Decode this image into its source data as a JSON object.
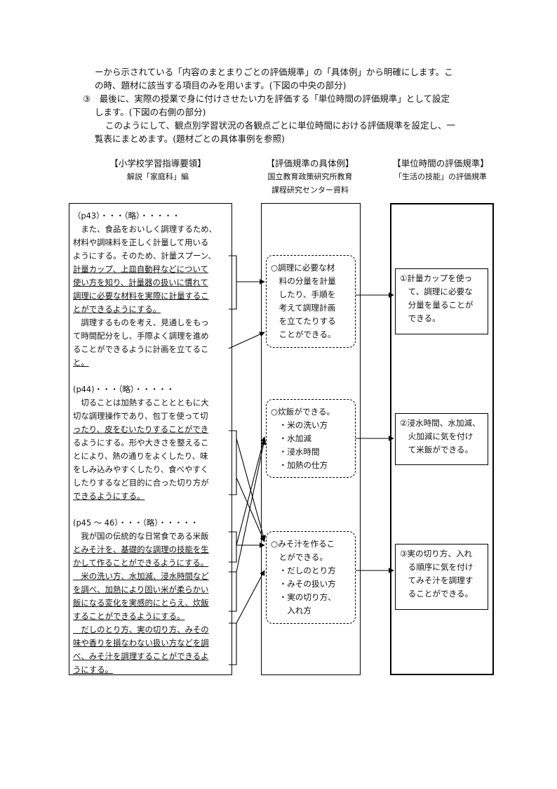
{
  "intro": [
    "ーから示されている「内容のまとまりごとの評価規準」の「具体例」から明確にします。こ",
    "の時、題材に該当する項目のみを用います。(下図の中央の部分)",
    "③　最後に、実際の授業で身に付けさせたい力を評価する「単位時間の評価規準」として設定",
    "します。(下図の右側の部分)",
    "このようにして、観点別学習状況の各観点ごとに単位時間における評価規準を設定し、一",
    "覧表にまとめます。(題材ごとの具体事例を参照)"
  ],
  "columns": {
    "left": {
      "title": "【小学校学習指導要領】",
      "sub": [
        "解説「家庭科」編"
      ]
    },
    "middle": {
      "title": "【評価規準の具体例】",
      "sub": [
        "国立教育政策研究所教育",
        "課程研究センター資料"
      ]
    },
    "right": {
      "title": "【単位時間の評価規準】",
      "sub": [
        "「生活の技能」の評価規準"
      ]
    }
  },
  "source": [
    "（p43）・・・（略）・・・・・",
    "　また、食品をおいしく調理するため、",
    "材料や調味料を正しく計量して用いる",
    "ようにする。そのため、計量スプーン、",
    "計量カップ、上皿自動秤などについて",
    "使い方を知り、計量器の扱いに慣れて",
    "調理に必要な材料を実際に計量するこ",
    "とができるようにする。",
    "　調理するものを考え、見通しをもっ",
    "て時間配分をし、手際よく調理を進め",
    "ることができるように計画を立てるこ",
    "と。",
    "",
    "(p44)・・・（略）・・・・・",
    "　切ることは加熱することとともに大",
    "切な調理操作であり、包丁を使って切",
    "ったり、皮をむいたりすることができ",
    "るようにする。形や大きさを整えるこ",
    "とにより、熱の通りをよくしたり、味",
    "をしみ込みやすくしたり、食べやすく",
    "したりするなど目的に合った切り方が",
    "できるようにする。",
    "",
    "(p45 ～ 46）・・・（略）・・・・・",
    "　我が国の伝統的な日常食である米飯",
    "とみそ汁を、基礎的な調理の技能を生",
    "かして作ることができるようにする。",
    "　米の洗い方、水加減、浸水時間など",
    "を調べ、加熱により固い米が柔らかい",
    "飯になる変化を実感的にとらえ、炊飯",
    "することができるようにする。",
    "　だしのとり方、実の切り方、みその",
    "味や香りを損なわない扱い方などを調",
    "べ、みそ汁を調理することができるよ",
    "うにする。"
  ],
  "middle_items": [
    {
      "lines": [
        "○調理に必要な材",
        "　料の分量を計量",
        "　したり、手順を",
        "　考えて調理計画",
        "　を立てたりする",
        "　ことができる。"
      ]
    },
    {
      "lines": [
        "○炊飯ができる。",
        "　・米の洗い方",
        "　・水加減",
        "　・浸水時間",
        "　・加熱の仕方"
      ]
    },
    {
      "lines": [
        "○みそ汁を作るこ",
        "　とができる。",
        "　・だしのとり方",
        "　・みその扱い方",
        "　・実の切り方、",
        "　　入れ方"
      ]
    }
  ],
  "right_items": [
    {
      "lines": [
        "①計量カップを使っ",
        "　て、調理に必要な",
        "　分量を量ることが",
        "　できる。"
      ]
    },
    {
      "lines": [
        "②浸水時間、水加減、",
        "　火加減に気を付け",
        "　て米飯ができる。"
      ]
    },
    {
      "lines": [
        "③実の切り方、入れ",
        "　る順序に気を付け",
        "　てみそ汁を調理す",
        "　ることができる。"
      ]
    }
  ]
}
